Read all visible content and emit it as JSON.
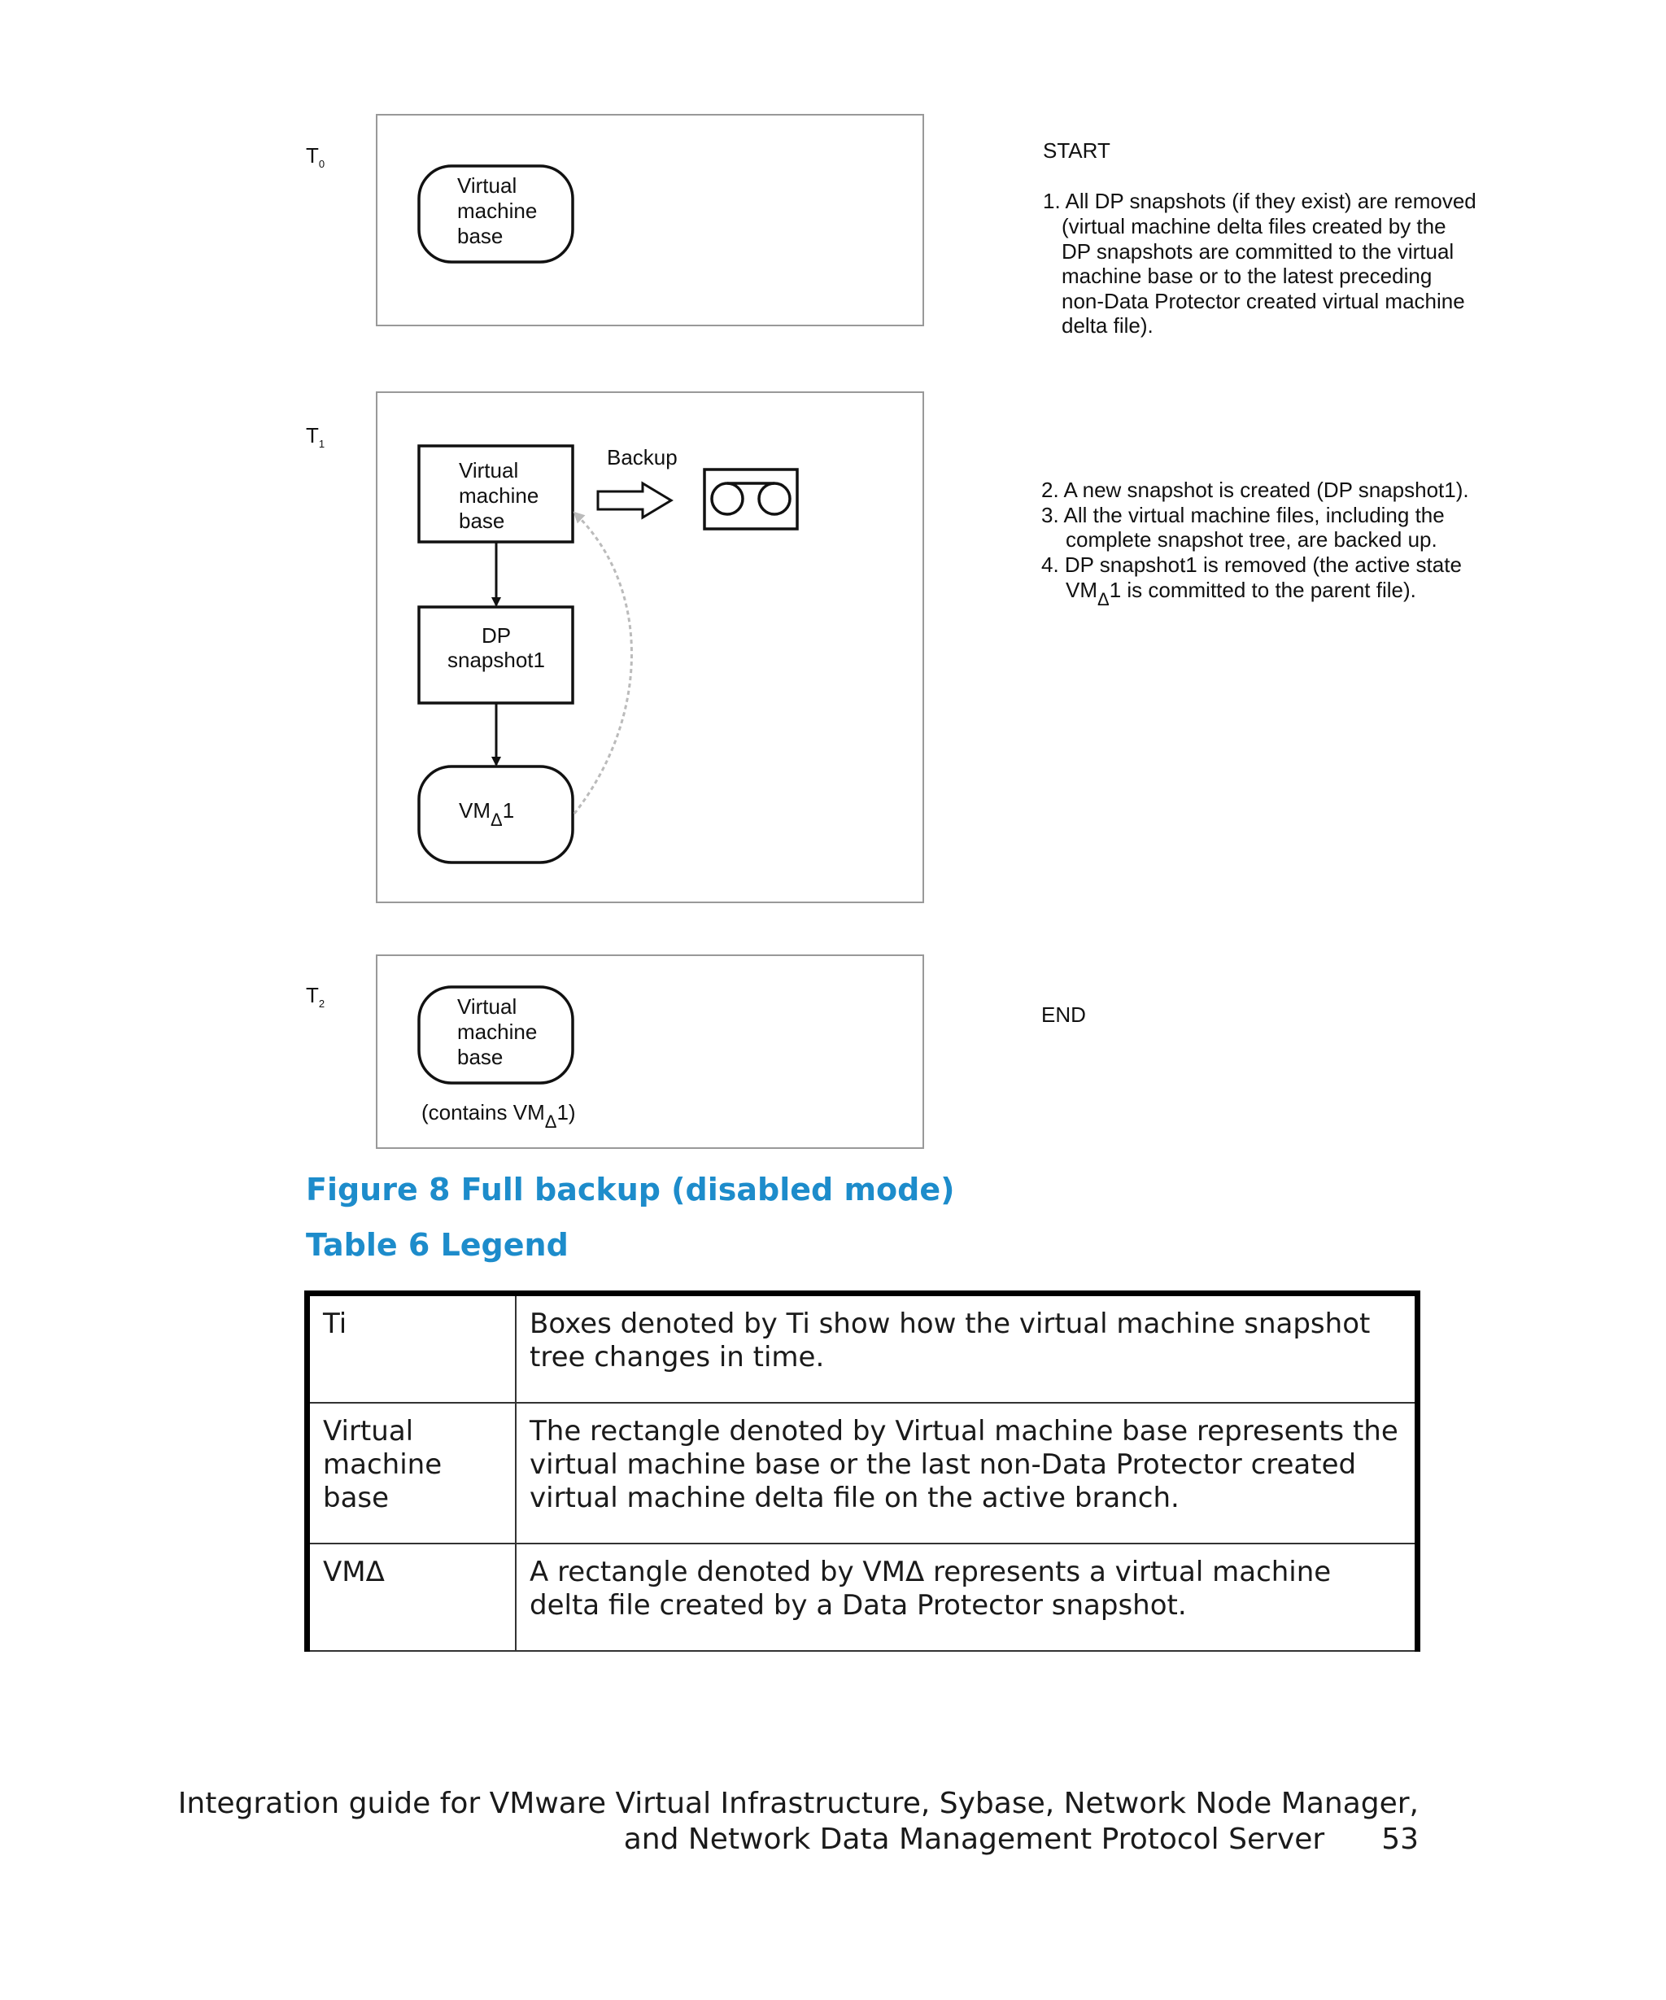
{
  "diagram": {
    "t0": "T",
    "t0_sub": "0",
    "t1": "T",
    "t1_sub": "1",
    "t2": "T",
    "t2_sub": "2",
    "vm_base_line1": "Virtual",
    "vm_base_line2": "machine",
    "vm_base_line3": "base",
    "dp_line1": "DP",
    "dp_line2": "snapshot1",
    "vm_prefix": "VM",
    "delta": "Δ",
    "vm_suffix": "1",
    "backup": "Backup",
    "contains_prefix": "(contains VM",
    "contains_suffix": "1)",
    "start": "START",
    "end": "END",
    "step1": [
      "1. All DP snapshots (if they exist) are removed",
      "(virtual machine delta files created by the",
      "DP snapshots are committed to the virtual",
      "machine base or to the latest preceding",
      "non-Data Protector created virtual machine",
      "delta file)."
    ],
    "step2": "2. A new snapshot is created (DP snapshot1).",
    "step3": [
      "3. All the virtual machine files, including the",
      "complete snapshot tree, are backed up."
    ],
    "step4_line1": "4. DP snapshot1 is removed (the active state",
    "step4_prefix": "VM",
    "step4_suffix": "1 is committed to the parent file)."
  },
  "figure_caption": "Figure 8 Full backup (disabled mode)",
  "table_caption": "Table 6 Legend",
  "legend": [
    {
      "term": "Ti",
      "description": "Boxes denoted by Ti show how the virtual machine snapshot tree changes in time."
    },
    {
      "term": "Virtual machine base",
      "description": "The rectangle denoted by Virtual machine base represents the virtual machine base or the last non-Data Protector created virtual machine delta file on the active branch."
    },
    {
      "term": "VMΔ",
      "description": "A rectangle denoted by VMΔ represents a virtual machine delta file created by a Data Protector snapshot."
    }
  ],
  "footer": {
    "line1": "Integration guide for VMware Virtual Infrastructure, Sybase, Network Node Manager,",
    "line2": "and Network Data Management Protocol Server",
    "page": "53"
  }
}
